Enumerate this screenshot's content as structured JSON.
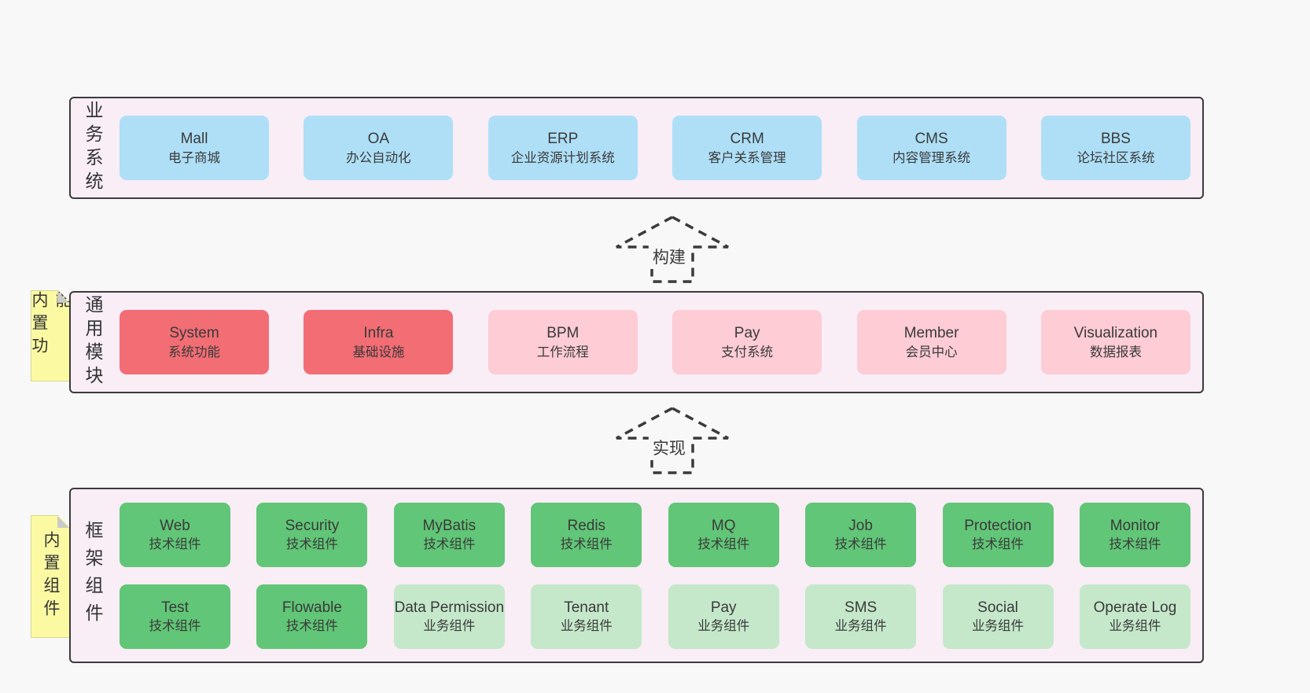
{
  "bands": {
    "business": {
      "label": "业务系统",
      "rows": [
        [
          {
            "name": "Mall",
            "desc": "电子商城",
            "type": "blue"
          },
          {
            "name": "OA",
            "desc": "办公自动化",
            "type": "blue"
          },
          {
            "name": "ERP",
            "desc": "企业资源计划系统",
            "type": "blue"
          },
          {
            "name": "CRM",
            "desc": "客户关系管理",
            "type": "blue"
          },
          {
            "name": "CMS",
            "desc": "内容管理系统",
            "type": "blue"
          },
          {
            "name": "BBS",
            "desc": "论坛社区系统",
            "type": "blue"
          }
        ]
      ]
    },
    "modules": {
      "label": "通用模块",
      "sticky": "内置功能",
      "rows": [
        [
          {
            "name": "System",
            "desc": "系统功能",
            "type": "red"
          },
          {
            "name": "Infra",
            "desc": "基础设施",
            "type": "red"
          },
          {
            "name": "BPM",
            "desc": "工作流程",
            "type": "pink"
          },
          {
            "name": "Pay",
            "desc": "支付系统",
            "type": "pink"
          },
          {
            "name": "Member",
            "desc": "会员中心",
            "type": "pink"
          },
          {
            "name": "Visualization",
            "desc": "数据报表",
            "type": "pink"
          }
        ]
      ]
    },
    "framework": {
      "label": "框架组件",
      "sticky": "内置组件",
      "rows": [
        [
          {
            "name": "Web",
            "desc": "技术组件",
            "type": "green"
          },
          {
            "name": "Security",
            "desc": "技术组件",
            "type": "green"
          },
          {
            "name": "MyBatis",
            "desc": "技术组件",
            "type": "green"
          },
          {
            "name": "Redis",
            "desc": "技术组件",
            "type": "green"
          },
          {
            "name": "MQ",
            "desc": "技术组件",
            "type": "green"
          },
          {
            "name": "Job",
            "desc": "技术组件",
            "type": "green"
          },
          {
            "name": "Protection",
            "desc": "技术组件",
            "type": "green"
          },
          {
            "name": "Monitor",
            "desc": "技术组件",
            "type": "green"
          }
        ],
        [
          {
            "name": "Test",
            "desc": "技术组件",
            "type": "green"
          },
          {
            "name": "Flowable",
            "desc": "技术组件",
            "type": "green"
          },
          {
            "name": "Data Permission",
            "desc": "业务组件",
            "type": "green_light"
          },
          {
            "name": "Tenant",
            "desc": "业务组件",
            "type": "green_light"
          },
          {
            "name": "Pay",
            "desc": "业务组件",
            "type": "green_light"
          },
          {
            "name": "SMS",
            "desc": "业务组件",
            "type": "green_light"
          },
          {
            "name": "Social",
            "desc": "业务组件",
            "type": "green_light"
          },
          {
            "name": "Operate Log",
            "desc": "业务组件",
            "type": "green_light"
          }
        ]
      ]
    }
  },
  "arrows": {
    "build": {
      "label": "构建"
    },
    "implement": {
      "label": "实现"
    }
  },
  "colors": {
    "page_bg": "#f8f8f8",
    "band_bg": "#f9edf6",
    "band_border": "#3b3b3b",
    "blue": "#aedff7",
    "red": "#f26d74",
    "pink": "#fdccd5",
    "green": "#61c677",
    "green_light": "#c5e8cb",
    "sticky": "#fbfaa3",
    "fold": "#c9c9c9",
    "text": "#3a3a3a"
  }
}
